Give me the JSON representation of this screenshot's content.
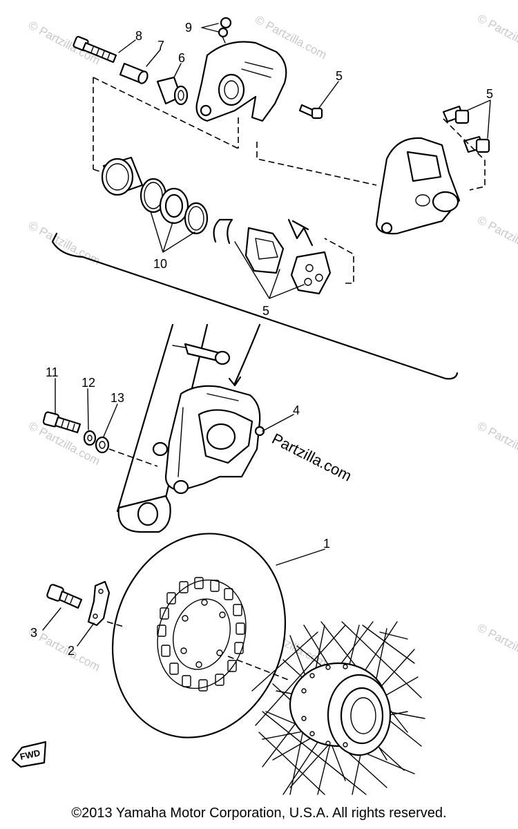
{
  "watermark": "© Partzilla.com",
  "brand_watermark": "Partzilla.com",
  "direction_marker": "FWD",
  "copyright": "©2013  Yamaha Motor Corporation, U.S.A. All rights reserved.",
  "callouts": [
    "1",
    "2",
    "3",
    "4",
    "5",
    "6",
    "7",
    "8",
    "9",
    "10",
    "11",
    "12",
    "13"
  ]
}
